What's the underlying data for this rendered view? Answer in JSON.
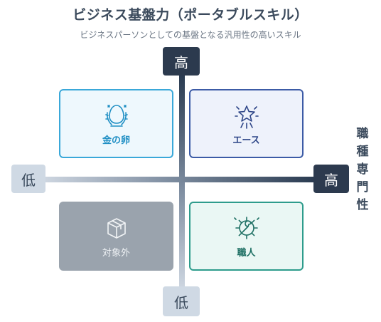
{
  "title": "ビジネス基盤力（ポータブルスキル）",
  "subtitle": "ビジネスパーソンとしての基盤となる汎用性の高いスキル",
  "axes": {
    "vertical_top": "高",
    "vertical_bottom": "低",
    "horizontal_left": "低",
    "horizontal_right": "高",
    "horizontal_axis_name": "職種専門性"
  },
  "quadrants": {
    "top_left": {
      "label": "金の卵",
      "icon": "egg-icon",
      "color": "#3aa8d9"
    },
    "top_right": {
      "label": "エース",
      "icon": "star-icon",
      "color": "#3c5ba6"
    },
    "bottom_left": {
      "label": "対象外",
      "icon": "box-icon",
      "color": "#9aa3ad"
    },
    "bottom_right": {
      "label": "職人",
      "icon": "gear-wrench-icon",
      "color": "#2e9c8c"
    }
  }
}
